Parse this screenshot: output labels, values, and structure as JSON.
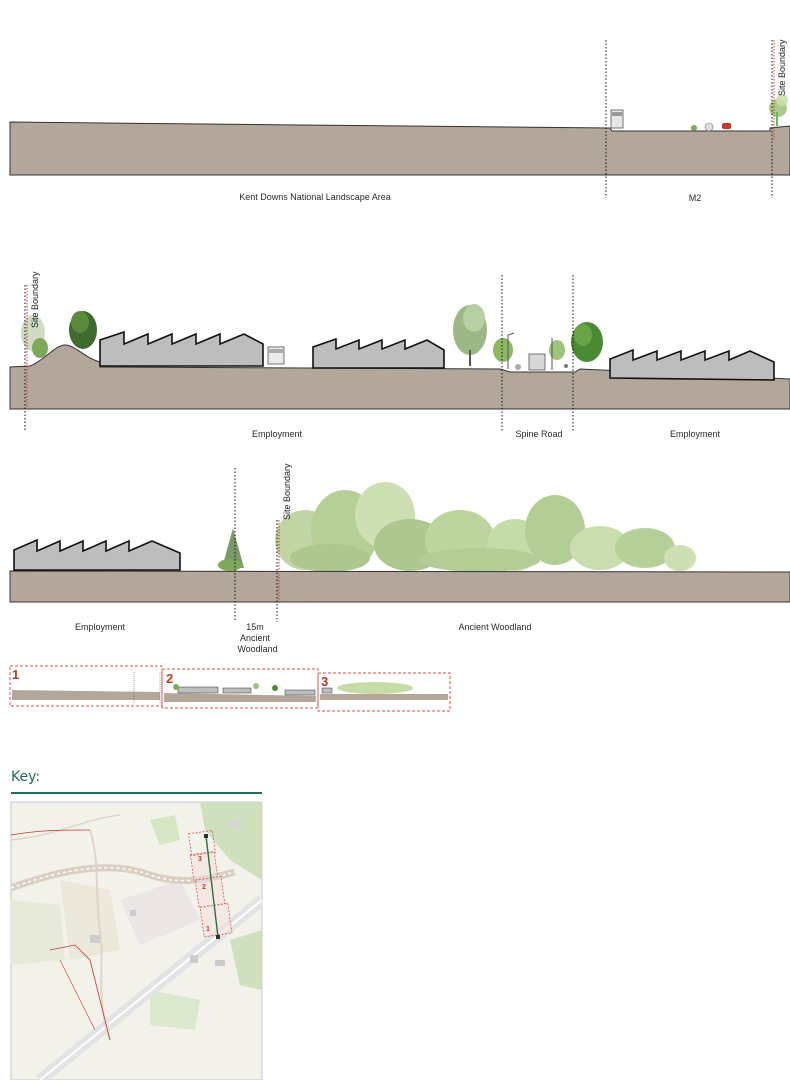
{
  "sections": [
    {
      "id": "1",
      "labels": {
        "kent_downs": "Kent Downs National Landscape Area",
        "m2": "M2",
        "site_boundary": "Site Boundary"
      }
    },
    {
      "id": "2",
      "labels": {
        "site_boundary": "Site Boundary",
        "employment_left": "Employment",
        "spine_road": "Spine Road",
        "employment_right": "Employment"
      }
    },
    {
      "id": "3",
      "labels": {
        "employment": "Employment",
        "buffer_line1": "15m",
        "buffer_line2": "Ancient",
        "buffer_line3": "Woodland",
        "site_boundary": "Site Boundary",
        "ancient_woodland": "Ancient Woodland"
      }
    }
  ],
  "overview": {
    "section_numbers": [
      "1",
      "2",
      "3"
    ]
  },
  "key": {
    "title": "Key:",
    "map_section_numbers": [
      "1",
      "2",
      "3"
    ]
  },
  "colors": {
    "ground": "#b3a79b",
    "building_fill": "#bdbdbd",
    "boundary_red": "#c0392b",
    "accent_teal": "#1f6b62",
    "tree_green": "#8fb86a"
  }
}
